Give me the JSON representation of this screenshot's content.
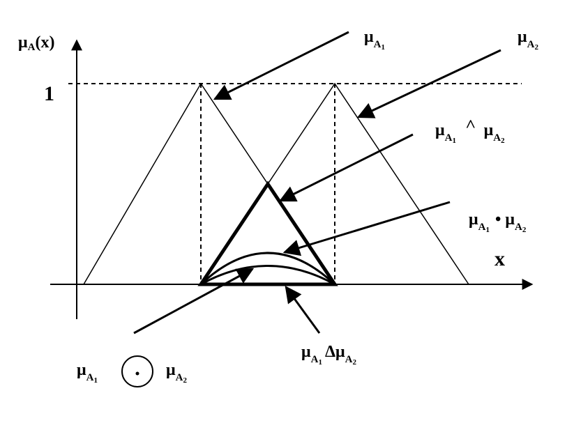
{
  "axes": {
    "y_label_mu": "μ",
    "y_label_sub": "A",
    "y_label_rest": "(x)",
    "x_label": "x",
    "y_tick_one": "1"
  },
  "labels": {
    "mu": "μ",
    "a": "A",
    "one": "1",
    "two": "2",
    "and_op": "˄",
    "product_op": "•",
    "delta_op": "Δ"
  }
}
